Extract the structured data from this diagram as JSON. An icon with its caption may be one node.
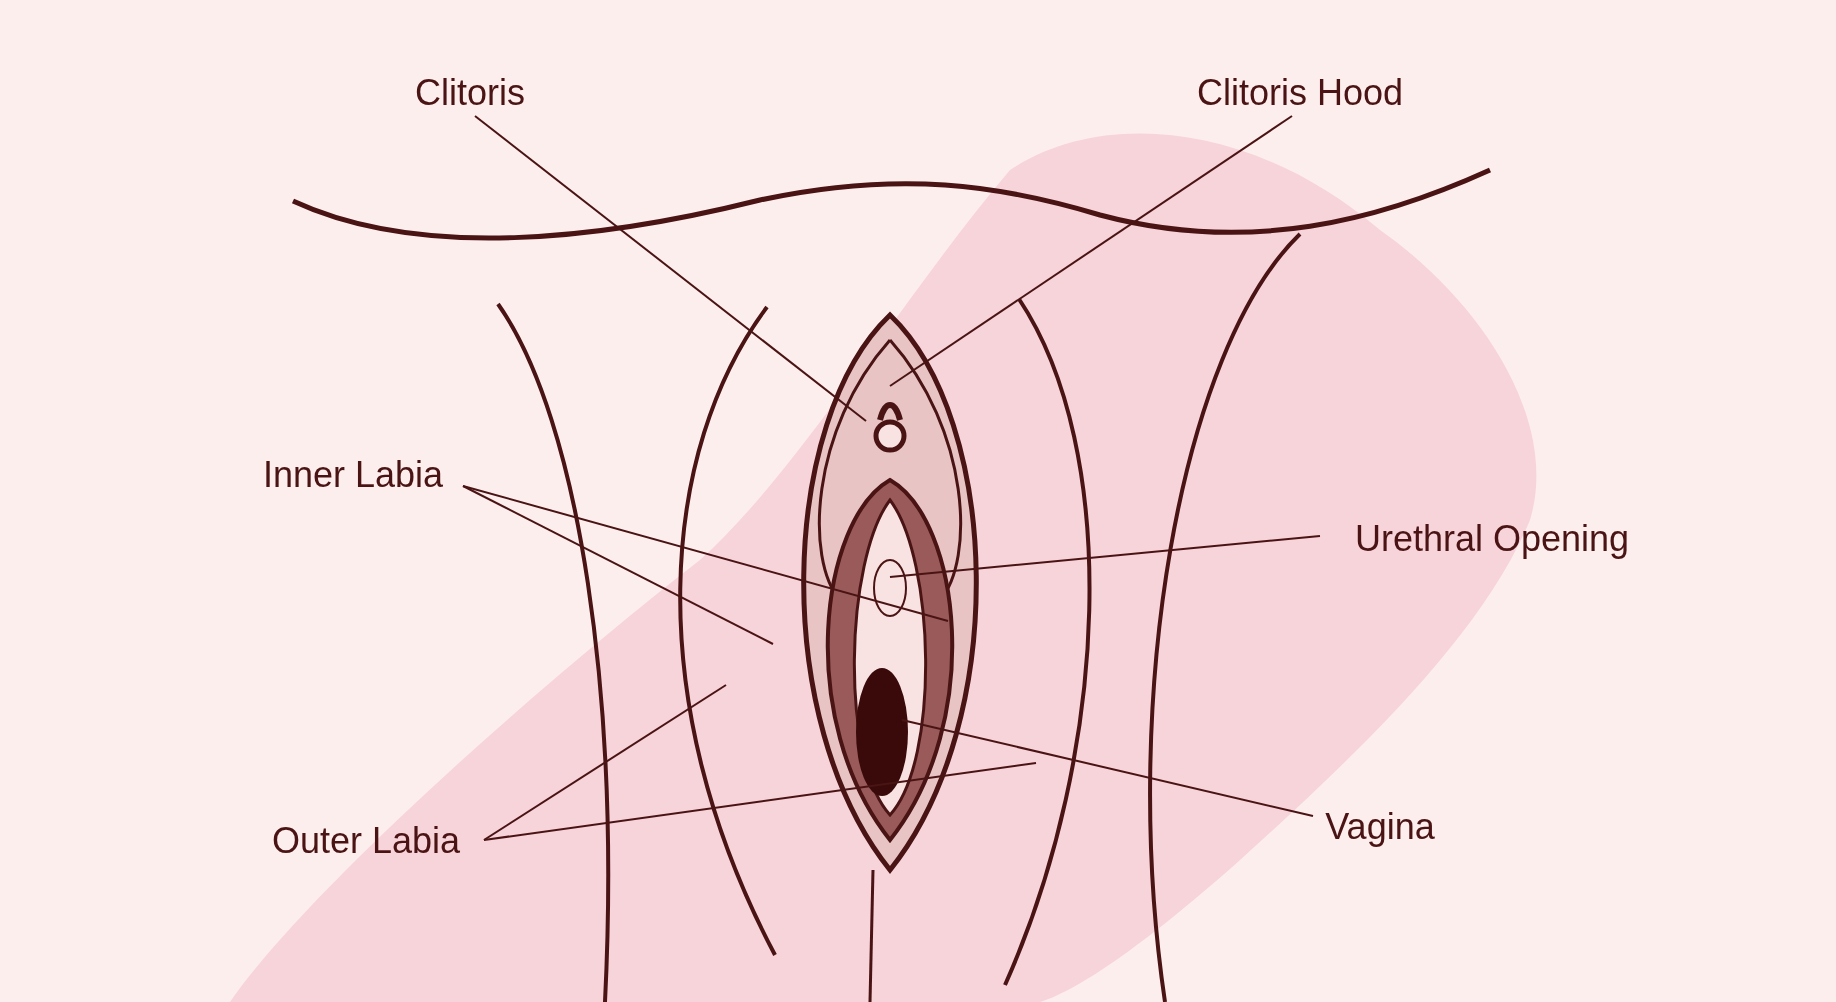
{
  "diagram": {
    "nodes": [
      {
        "text": [
          "Clitoris"
        ]
      },
      {
        "text": [
          "Clitoris Hood"
        ]
      },
      {
        "text": [
          "Inner Labia"
        ]
      },
      {
        "text": [
          "Urethral Opening"
        ]
      },
      {
        "text": [
          "Outer Labia"
        ]
      },
      {
        "text": [
          "Vagina"
        ]
      }
    ],
    "edges": [
      {
        "from": 0,
        "to": null,
        "arrow": "none"
      },
      {
        "from": 1,
        "to": null,
        "arrow": "none"
      },
      {
        "from": 2,
        "to": null,
        "arrow": "none"
      },
      {
        "from": 2,
        "to": null,
        "arrow": "none"
      },
      {
        "from": 3,
        "to": null,
        "arrow": "none"
      },
      {
        "from": 4,
        "to": null,
        "arrow": "none"
      },
      {
        "from": 4,
        "to": null,
        "arrow": "none"
      },
      {
        "from": 5,
        "to": null,
        "arrow": "none"
      }
    ]
  }
}
